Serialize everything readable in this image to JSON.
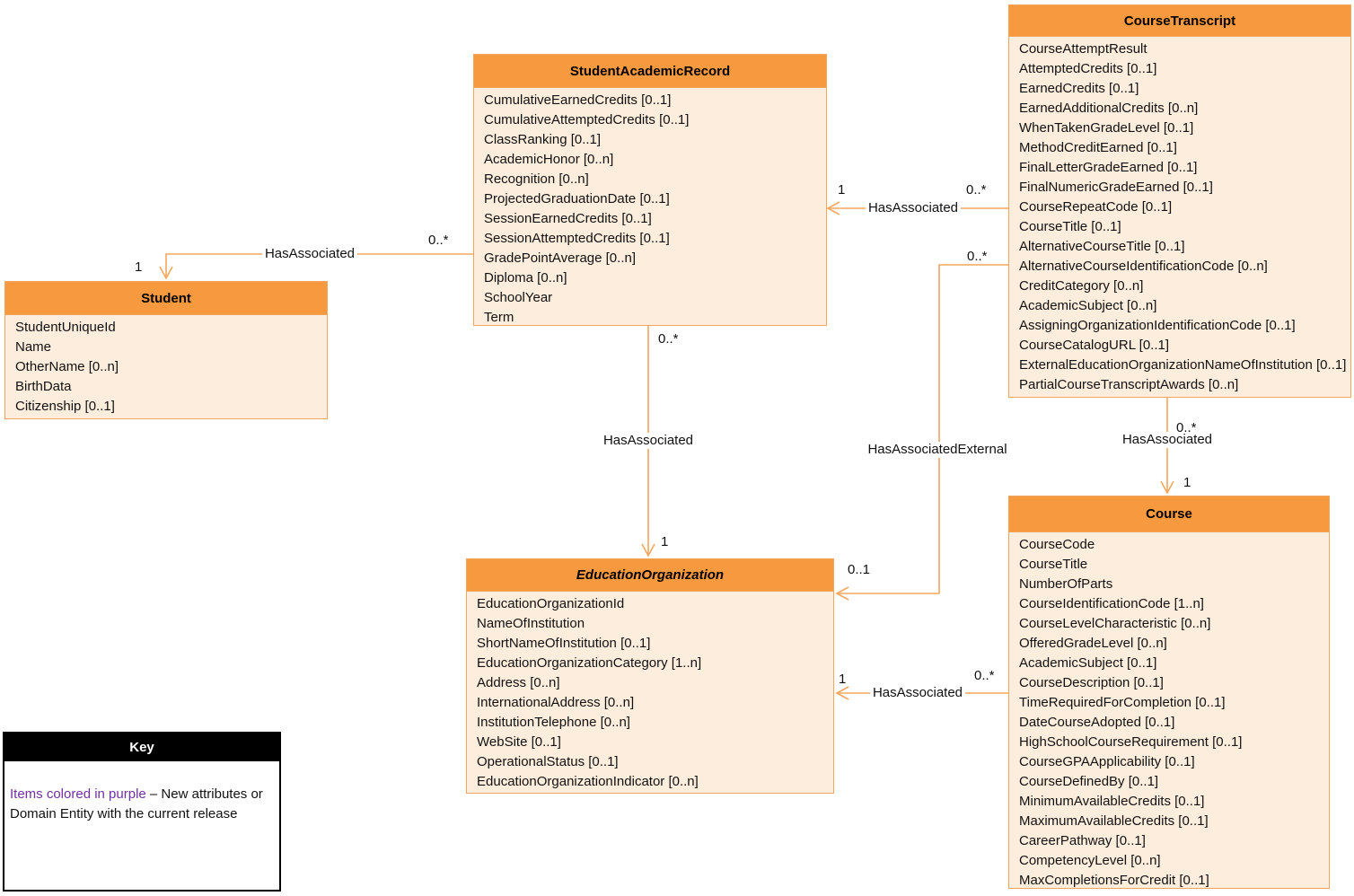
{
  "diagram": {
    "entities": {
      "course_transcript": {
        "title": "CourseTranscript",
        "attributes": [
          "CourseAttemptResult",
          "AttemptedCredits [0..1]",
          "EarnedCredits [0..1]",
          "EarnedAdditionalCredits [0..n]",
          "WhenTakenGradeLevel [0..1]",
          "MethodCreditEarned [0..1]",
          "FinalLetterGradeEarned [0..1]",
          "FinalNumericGradeEarned [0..1]",
          "CourseRepeatCode [0..1]",
          "CourseTitle [0..1]",
          "AlternativeCourseTitle [0..1]",
          "AlternativeCourseIdentificationCode [0..n]",
          "CreditCategory [0..n]",
          "AcademicSubject [0..n]",
          "AssigningOrganizationIdentificationCode [0..1]",
          "CourseCatalogURL [0..1]",
          "ExternalEducationOrganizationNameOfInstitution [0..1]",
          "PartialCourseTranscriptAwards [0..n]"
        ]
      },
      "student_academic_record": {
        "title": "StudentAcademicRecord",
        "attributes": [
          "CumulativeEarnedCredits [0..1]",
          "CumulativeAttemptedCredits [0..1]",
          "ClassRanking [0..1]",
          "AcademicHonor [0..n]",
          "Recognition [0..n]",
          "ProjectedGraduationDate [0..1]",
          "SessionEarnedCredits [0..1]",
          "SessionAttemptedCredits [0..1]",
          "GradePointAverage [0..n]",
          "Diploma [0..n]",
          "SchoolYear",
          "Term"
        ]
      },
      "student": {
        "title": "Student",
        "attributes": [
          "StudentUniqueId",
          "Name",
          "OtherName [0..n]",
          "BirthData",
          "Citizenship [0..1]"
        ]
      },
      "education_organization": {
        "title": "EducationOrganization",
        "attributes": [
          "EducationOrganizationId",
          "NameOfInstitution",
          "ShortNameOfInstitution [0..1]",
          "EducationOrganizationCategory [1..n]",
          "Address [0..n]",
          "InternationalAddress [0..n]",
          "InstitutionTelephone [0..n]",
          "WebSite [0..1]",
          "OperationalStatus [0..1]",
          "EducationOrganizationIndicator [0..n]"
        ]
      },
      "course": {
        "title": "Course",
        "attributes": [
          "CourseCode",
          "CourseTitle",
          "NumberOfParts",
          "CourseIdentificationCode [1..n]",
          "CourseLevelCharacteristic [0..n]",
          "OfferedGradeLevel [0..n]",
          "AcademicSubject [0..1]",
          "CourseDescription [0..1]",
          "TimeRequiredForCompletion [0..1]",
          "DateCourseAdopted [0..1]",
          "HighSchoolCourseRequirement [0..1]",
          "CourseGPAApplicability [0..1]",
          "CourseDefinedBy [0..1]",
          "MinimumAvailableCredits [0..1]",
          "MaximumAvailableCredits [0..1]",
          "CareerPathway [0..1]",
          "CompetencyLevel [0..n]",
          "MaxCompletionsForCredit [0..1]"
        ]
      }
    },
    "relationships": {
      "ct_sar": {
        "label": "HasAssociated",
        "source_card": "0..*",
        "target_card": "1"
      },
      "sar_student": {
        "label": "HasAssociated",
        "source_card": "0..*",
        "target_card": "1"
      },
      "sar_edorg": {
        "label": "HasAssociated",
        "source_card": "0..*",
        "target_card": "1"
      },
      "ct_edorg": {
        "label": "HasAssociatedExternal",
        "source_card": "0..*",
        "target_card": "0..1"
      },
      "course_edorg": {
        "label": "HasAssociated",
        "source_card": "0..*",
        "target_card": "1"
      },
      "ct_course": {
        "label": "HasAssociated",
        "source_card": "0..*",
        "target_card": "1"
      }
    },
    "key": {
      "title": "Key",
      "purple_text": "Items colored in purple",
      "rest_text": " – New attributes or Domain Entity with the current release"
    },
    "colors": {
      "entity_header_fill": "#F6993F",
      "entity_body_fill": "#FDEDDC",
      "entity_border": "#EFA55C",
      "connector": "#F3A75F",
      "key_header_fill": "#000000",
      "key_purple": "#7030A0"
    }
  }
}
